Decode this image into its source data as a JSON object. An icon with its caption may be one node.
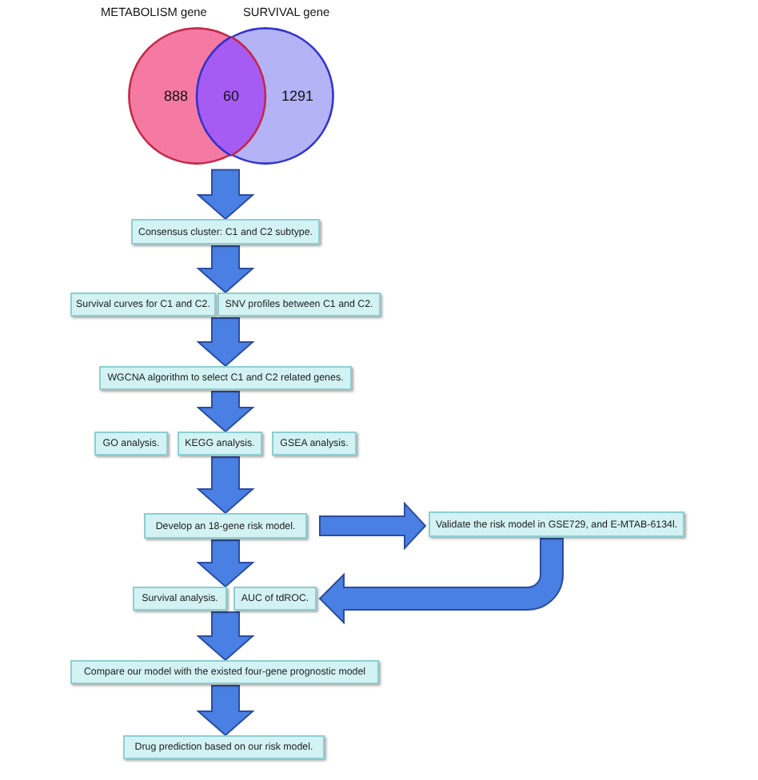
{
  "diagram": {
    "nodes": [
      {
        "text": [
          "METABOLISM gene",
          "888"
        ]
      },
      {
        "text": [
          "SURVIVAL gene",
          "1291"
        ]
      },
      {
        "text": [
          "60"
        ]
      },
      {
        "text": [
          "Consensus cluster: C1 and C2 subtype."
        ]
      },
      {
        "text": [
          "Survival curves for C1 and C2."
        ]
      },
      {
        "text": [
          "SNV profiles between C1 and C2."
        ]
      },
      {
        "text": [
          "WGCNA algorithm to select C1 and C2 related genes."
        ]
      },
      {
        "text": [
          "GO analysis."
        ]
      },
      {
        "text": [
          "KEGG analysis."
        ]
      },
      {
        "text": [
          "GSEA analysis."
        ]
      },
      {
        "text": [
          "Develop an 18-gene risk model."
        ]
      },
      {
        "text": [
          "Validate the risk model in GSE729, and E-MTAB-6134l."
        ]
      },
      {
        "text": [
          "Survival analysis."
        ]
      },
      {
        "text": [
          "AUC of tdROC."
        ]
      },
      {
        "text": [
          "Compare our model with the existed four-gene prognostic model"
        ]
      },
      {
        "text": [
          "Drug prediction based on our risk model."
        ]
      }
    ],
    "edges": [
      {
        "from": 2,
        "to": 3,
        "arrow": "to"
      },
      {
        "from": 3,
        "to": 4,
        "arrow": "to"
      },
      {
        "from": 3,
        "to": 5,
        "arrow": "to"
      },
      {
        "from": 4,
        "to": 6,
        "arrow": "to"
      },
      {
        "from": 5,
        "to": 6,
        "arrow": "to"
      },
      {
        "from": 6,
        "to": 8,
        "arrow": "to"
      },
      {
        "from": 8,
        "to": 10,
        "arrow": "to"
      },
      {
        "from": 10,
        "to": 11,
        "arrow": "to"
      },
      {
        "from": 11,
        "to": 13,
        "arrow": "to"
      },
      {
        "from": 10,
        "to": 12,
        "arrow": "to"
      },
      {
        "from": 10,
        "to": 13,
        "arrow": "to"
      },
      {
        "from": 12,
        "to": 14,
        "arrow": "to"
      },
      {
        "from": 13,
        "to": 14,
        "arrow": "to"
      },
      {
        "from": 14,
        "to": 15,
        "arrow": "to"
      }
    ]
  }
}
